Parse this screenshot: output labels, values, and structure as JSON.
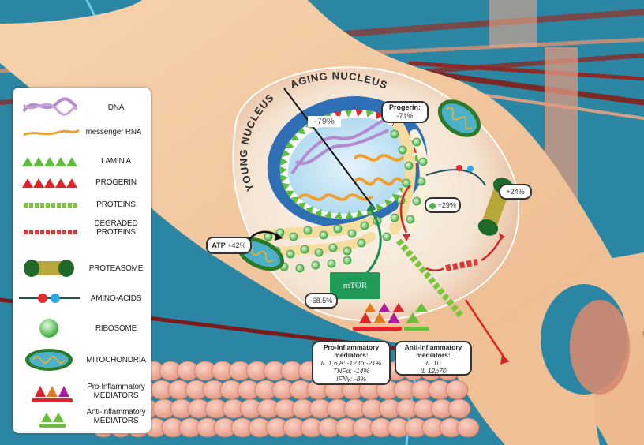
{
  "figure": {
    "nucleus_labels": {
      "young": "YOUNG NUCLEUS",
      "aging": "AGING NUCLEUS"
    },
    "dna_change": "-79%",
    "mtor_label": "mTOR",
    "callouts": {
      "progerin": {
        "title": "Progerin:",
        "value": "-71%"
      },
      "atp": {
        "title": "ATP",
        "value": "+42%"
      },
      "ribosome": {
        "value": "+29%"
      },
      "proteasome": {
        "value": "+24%"
      },
      "mtor_change": {
        "value": "-68.5%"
      },
      "pro_inflammatory": {
        "title": "Pro-Inflammatory",
        "subtitle": "mediators:",
        "lines": [
          "IL 1,6,8: -12 to -21%",
          "TNFα: -14%",
          "IFNγ: -8%"
        ]
      },
      "anti_inflammatory": {
        "title": "Anti-Inflammatory",
        "subtitle": "mediators:",
        "lines": [
          "IL 10",
          "IL 12p70"
        ]
      }
    }
  },
  "legend": {
    "items": [
      {
        "icon": "dna-icon",
        "label": "DNA"
      },
      {
        "icon": "mrna-icon",
        "label": "messenger RNA"
      },
      {
        "icon": "lamin-a-icon",
        "label": "LAMIN A"
      },
      {
        "icon": "progerin-icon",
        "label": "PROGERIN"
      },
      {
        "icon": "proteins-icon",
        "label": "PROTEINS"
      },
      {
        "icon": "degraded-proteins-icon",
        "label": "DEGRADED PROTEINS"
      },
      {
        "icon": "proteasome-icon",
        "label": "PROTEASOME"
      },
      {
        "icon": "amino-acids-icon",
        "label": "AMINO-ACIDS"
      },
      {
        "icon": "ribosome-icon",
        "label": "RIBOSOME"
      },
      {
        "icon": "mitochondria-icon",
        "label": "MITOCHONDRIA"
      },
      {
        "icon": "pro-inflammatory-icon",
        "label": "Pro-Inflammatory MEDIATORS"
      },
      {
        "icon": "anti-inflammatory-icon",
        "label": "Anti-Inflammatory MEDIATORS"
      }
    ]
  },
  "colors": {
    "background_blue": "#2a86a3",
    "cell_skin": "#f2c9a0",
    "nucleus_blue": "#2f6fb5",
    "lamin_green": "#5bbf3a",
    "progerin_red": "#e0242c",
    "mrna_orange": "#f0a030",
    "dna_purple": "#b48ad0",
    "mtor_green": "#1f9a58",
    "muscle_red": "#8b2a26"
  }
}
